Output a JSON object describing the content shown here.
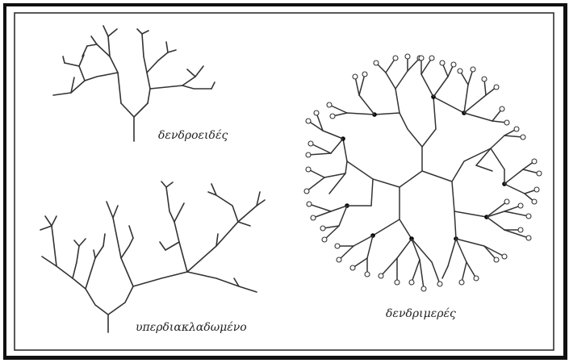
{
  "captions": {
    "dendroid": "δενδροειδές",
    "hyperbranched": "υπερδιακλαδωμένο",
    "dendrimer": "δενδριμερές"
  },
  "colors": {
    "line": "#333333",
    "frame": "#111111",
    "branch_node": "#000000",
    "end_group_fill": "#ffffff"
  }
}
